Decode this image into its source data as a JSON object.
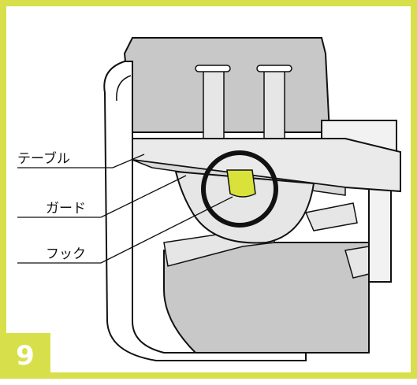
{
  "labels": {
    "table": "テーブル",
    "guard": "ガード",
    "hook": "フック"
  },
  "step_number": "9",
  "colors": {
    "frame": "#d7e04a",
    "seat_fill": "#c8c8c8",
    "hook_highlight": "#d8e23a",
    "outline": "#111111"
  },
  "icons": {
    "highlight": "circle-highlight-icon"
  }
}
